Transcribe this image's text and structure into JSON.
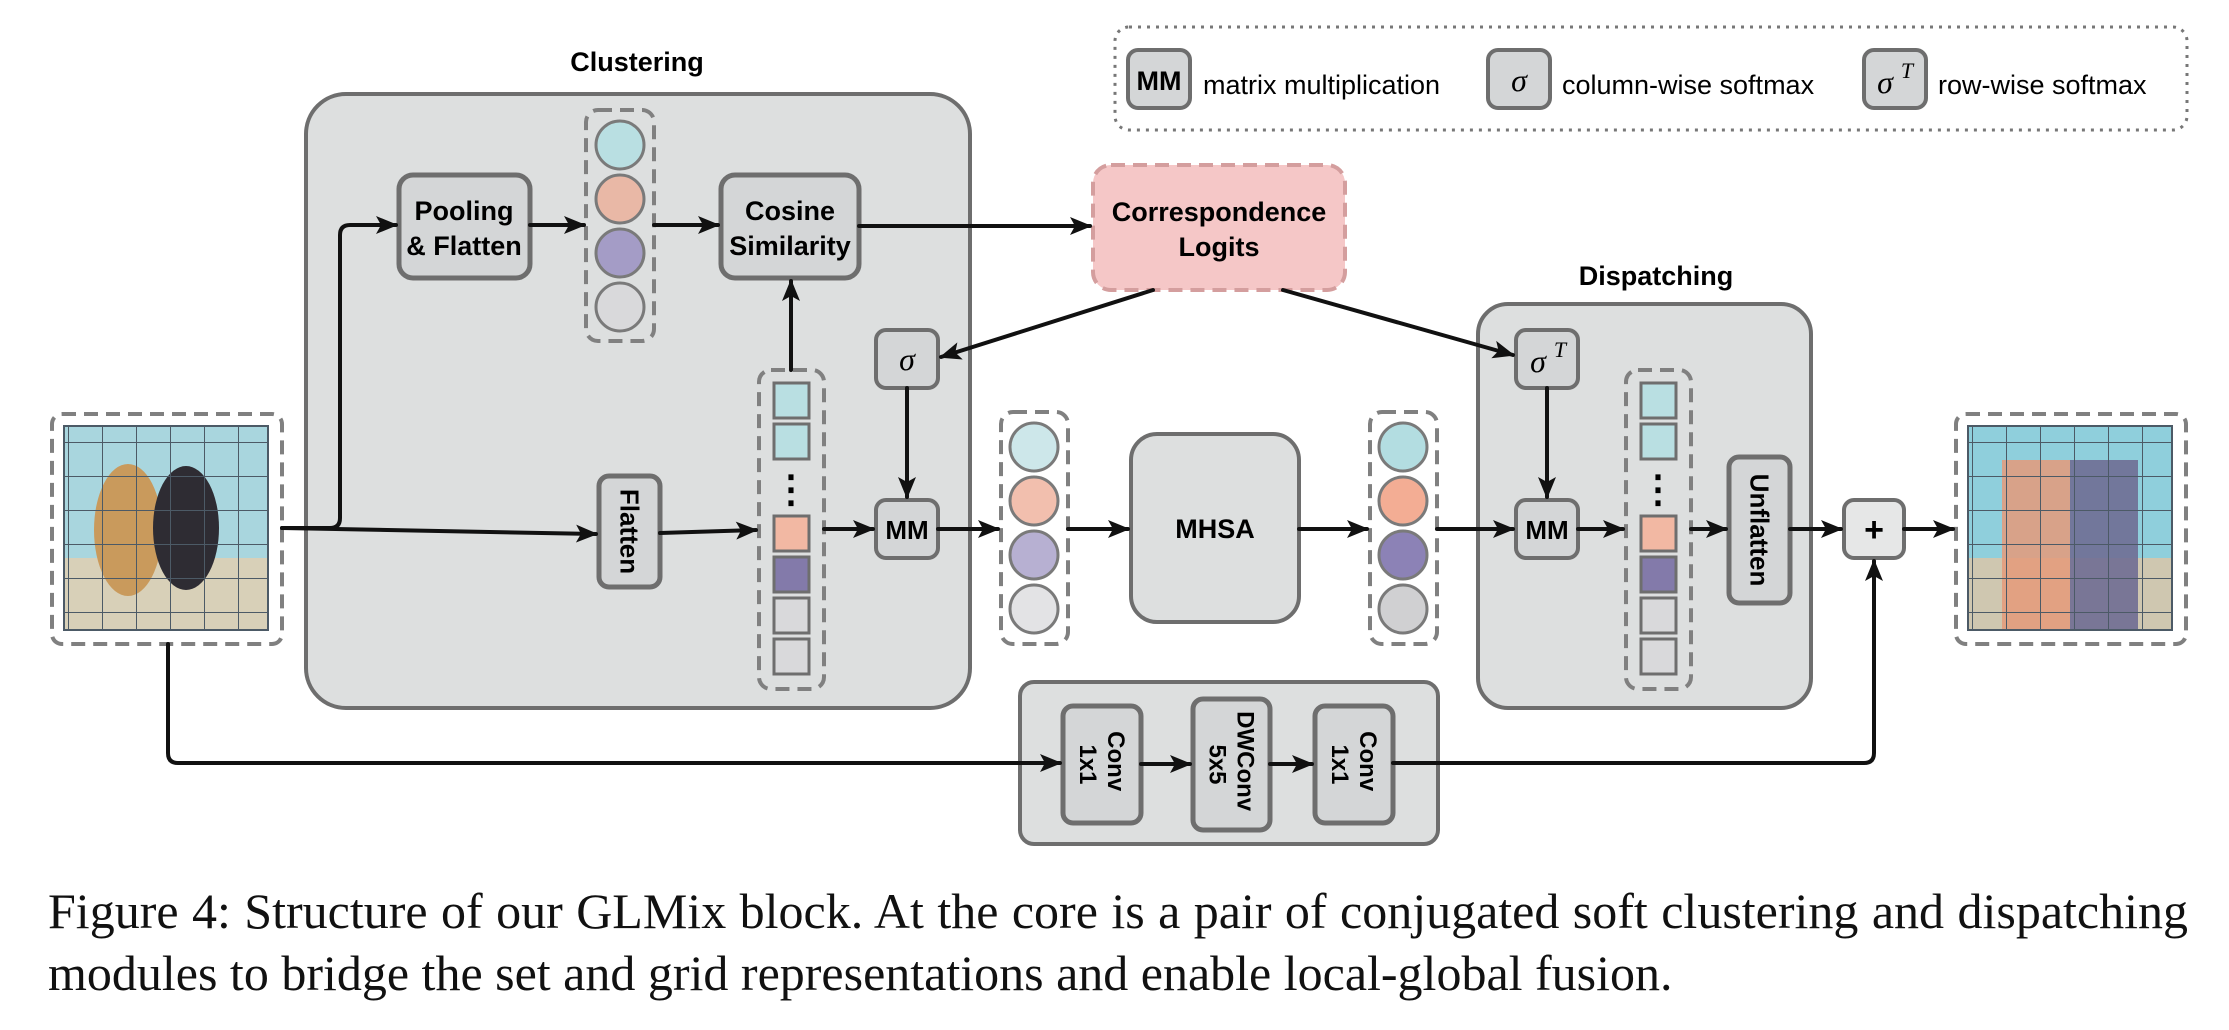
{
  "legend": {
    "mm_symbol": "MM",
    "mm_label": "matrix multiplication",
    "sigma_symbol": "σ",
    "sigma_label": "column-wise softmax",
    "sigmaT_base": "σ",
    "sigmaT_sup": "T",
    "sigmaT_label": "row-wise softmax"
  },
  "clustering": {
    "title": "Clustering",
    "pooling_line1": "Pooling",
    "pooling_line2": "& Flatten",
    "cosine_line1": "Cosine",
    "cosine_line2": "Similarity",
    "flatten": "Flatten",
    "sigma": "σ",
    "mm": "MM",
    "ellipsis": "⋮"
  },
  "correspondence": {
    "line1": "Correspondence",
    "line2": "Logits"
  },
  "mhsa": "MHSA",
  "dispatching": {
    "title": "Dispatching",
    "sigmaT_base": "σ",
    "sigmaT_sup": "T",
    "mm": "MM",
    "unflatten": "Unflatten",
    "ellipsis": "⋮"
  },
  "local_branch": {
    "conv1_line1": "Conv",
    "conv1_line2": "1x1",
    "dwconv_line1": "DWConv",
    "dwconv_line2": "5x5",
    "conv2_line1": "Conv",
    "conv2_line2": "1x1"
  },
  "plus": "+",
  "colors": {
    "cyan": "#b9dfe2",
    "salmon": "#f2b8a3",
    "purple": "#a49cc6",
    "gray_token": "#d9d9db",
    "logits_fill": "#f5c7c7",
    "module_fill": "#dddfdf",
    "box_fill": "#d4d6d7",
    "stroke": "#6e6e6e"
  },
  "caption": "Figure 4: Structure of our GLMix block. At the core is a pair of conjugated soft clustering and dispatching modules to bridge the set and grid representations and enable local-global fusion."
}
